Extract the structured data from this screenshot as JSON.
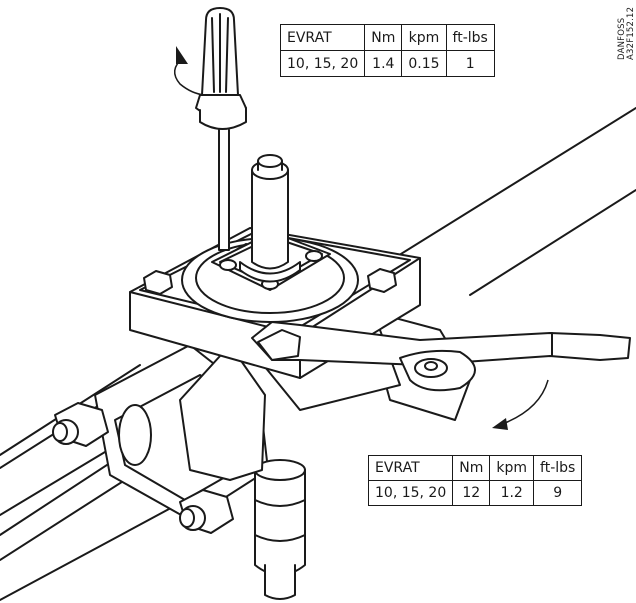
{
  "figure": {
    "brand_code": "DANFOSS",
    "reference_code": "A32F152.12",
    "line_color": "#1a1a1a",
    "fill_color": "#ffffff"
  },
  "tables": [
    {
      "header": [
        "EVRAT",
        "Nm",
        "kpm",
        "ft-lbs"
      ],
      "row": [
        "10, 15, 20",
        "1.4",
        "0.15",
        "1"
      ]
    },
    {
      "header": [
        "EVRAT",
        "Nm",
        "kpm",
        "ft-lbs"
      ],
      "row": [
        "10, 15, 20",
        "12",
        "1.2",
        "9"
      ]
    }
  ],
  "icons": [
    "screwdriver-icon",
    "wrench-icon",
    "rotation-arrow-icon"
  ]
}
